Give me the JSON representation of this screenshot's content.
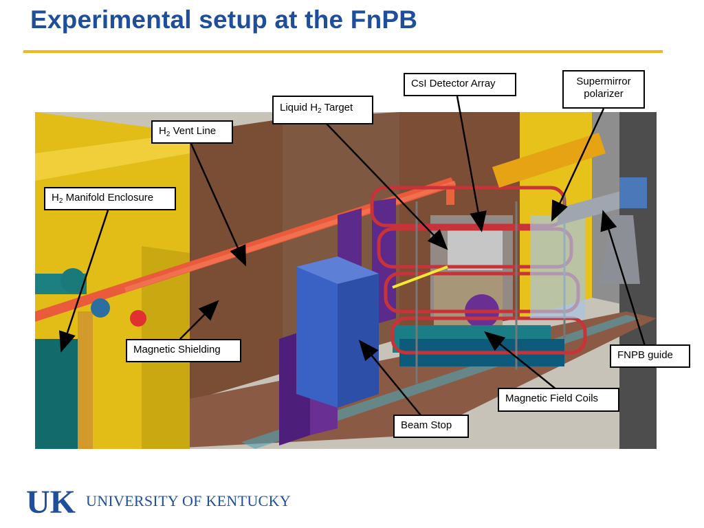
{
  "title": "Experimental setup at the FnPB",
  "labels": {
    "csi": "CsI Detector Array",
    "supermirror_1": "Supermirror",
    "supermirror_2": "polarizer",
    "lh2_pre": "Liquid H",
    "lh2_sub": "2",
    "lh2_post": " Target",
    "vent_pre": "H",
    "vent_sub": "2",
    "vent_post": " Vent Line",
    "manifold_pre": "H",
    "manifold_sub": "2",
    "manifold_post": " Manifold Enclosure",
    "shielding": "Magnetic Shielding",
    "fnpb_guide": "FNPB guide",
    "coils": "Magnetic Field Coils",
    "beam_stop": "Beam Stop"
  },
  "footer": {
    "logo_text": "UK",
    "university": "UNIVERSITY OF KENTUCKY"
  },
  "colors": {
    "title": "#1f4e9b",
    "rule": "#f2b71c"
  }
}
